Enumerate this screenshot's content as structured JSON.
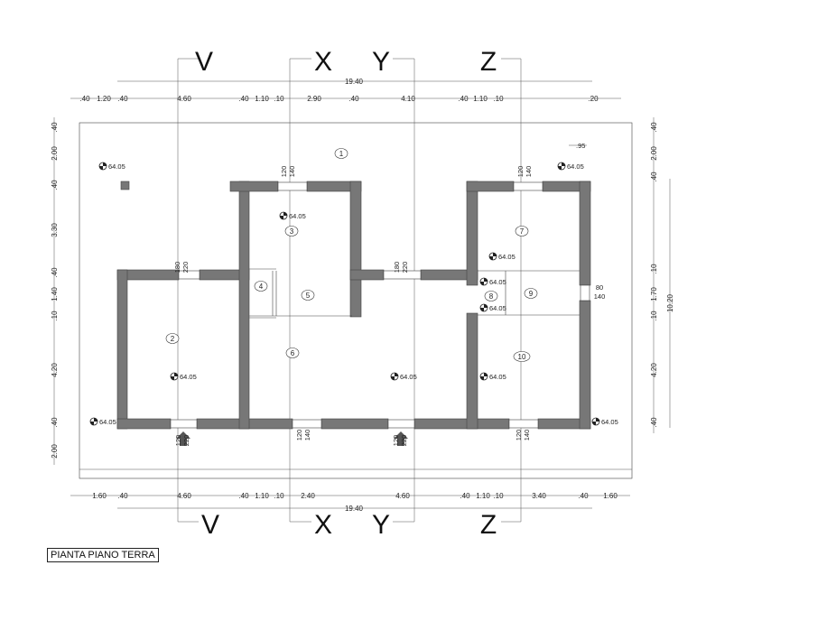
{
  "title": "PIANTA PIANO TERRA",
  "section_labels": [
    "V",
    "X",
    "Y",
    "Z"
  ],
  "overall_width": "19.40",
  "overall_depth": "10.20",
  "top_dims": [
    ".40",
    "1.20",
    ".40",
    "4.60",
    ".40",
    "1.10",
    ".10",
    "2.90",
    ".40",
    "4.10",
    ".40",
    "1.10",
    ".10",
    ".20"
  ],
  "bottom_dims": [
    "1.60",
    ".40",
    "4.60",
    ".40",
    "1.10",
    ".10",
    "2.40",
    "4.60",
    ".40",
    "1.10",
    ".10",
    "3.40",
    ".40",
    "1.60"
  ],
  "left_dims": [
    ".40",
    "2.00",
    ".40",
    "3.30",
    ".40",
    "1.40",
    ".10",
    "4.20",
    ".40",
    "2.00"
  ],
  "right_dims": [
    ".40",
    "2.00",
    ".40",
    ".10",
    "1.70",
    ".10",
    "4.20",
    ".40"
  ],
  "level": "64.05",
  "rooms": [
    "1",
    "2",
    "3",
    "4",
    "5",
    "6",
    "7",
    "8",
    "9",
    "10"
  ],
  "openings": [
    {
      "w": "120",
      "h": "140"
    },
    {
      "w": "120",
      "h": "140"
    },
    {
      "w": "180",
      "h": "220"
    },
    {
      "w": "180",
      "h": "220"
    },
    {
      "w": "80",
      "h": "140"
    },
    {
      "w": "120",
      "h": "220"
    },
    {
      "w": "120",
      "h": "140"
    },
    {
      "w": "120",
      "h": "220"
    },
    {
      "w": "120",
      "h": "140"
    }
  ],
  "note": ".95"
}
